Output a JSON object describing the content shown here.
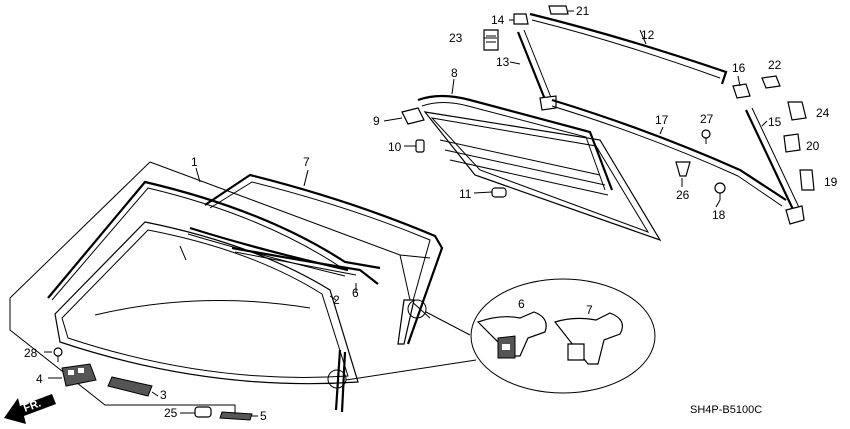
{
  "diagram_code": "SH4P-B5100C",
  "direction_label": "FR.",
  "callouts": {
    "p1": "1",
    "p2": "2",
    "p3": "3",
    "p4": "4",
    "p5": "5",
    "p6": "6",
    "p7": "7",
    "p8": "8",
    "p9": "9",
    "p10": "10",
    "p11": "11",
    "p12": "12",
    "p13": "13",
    "p14": "14",
    "p15": "15",
    "p16": "16",
    "p17": "17",
    "p18": "18",
    "p19": "19",
    "p20": "20",
    "p21": "21",
    "p22": "22",
    "p23": "23",
    "p24": "24",
    "p25": "25",
    "p26": "26",
    "p27": "27",
    "p28": "28"
  },
  "detail_callouts": {
    "d6": "6",
    "d7": "7"
  }
}
